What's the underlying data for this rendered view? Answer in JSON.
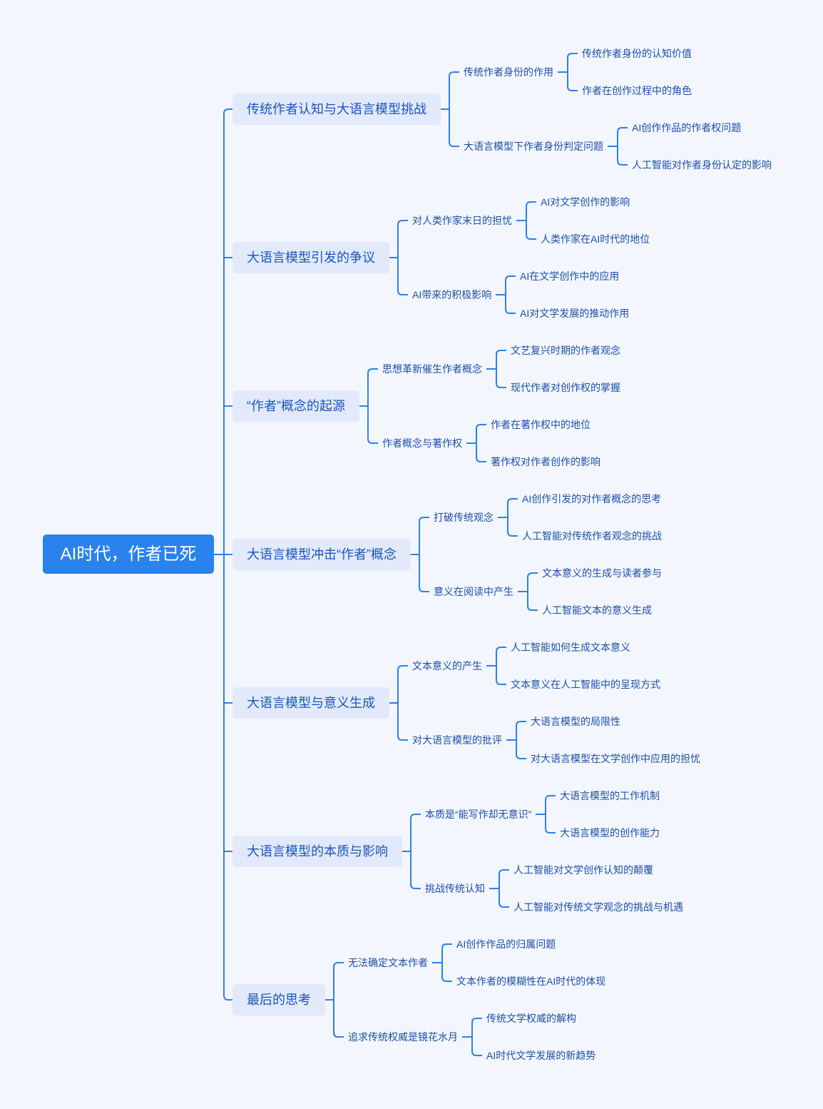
{
  "root": {
    "label": "AI时代，作者已死"
  },
  "branches": [
    {
      "label": "传统作者认知与大语言模型挑战",
      "children": [
        {
          "label": "传统作者身份的作用",
          "children": [
            "传统作者身份的认知价值",
            "作者在创作过程中的角色"
          ]
        },
        {
          "label": "大语言模型下作者身份判定问题",
          "children": [
            "AI创作作品的作者权问题",
            "人工智能对作者身份认定的影响"
          ]
        }
      ]
    },
    {
      "label": "大语言模型引发的争议",
      "children": [
        {
          "label": "对人类作家末日的担忧",
          "children": [
            "AI对文学创作的影响",
            "人类作家在AI时代的地位"
          ]
        },
        {
          "label": "AI带来的积极影响",
          "children": [
            "AI在文学创作中的应用",
            "AI对文学发展的推动作用"
          ]
        }
      ]
    },
    {
      "label": "“作者”概念的起源",
      "children": [
        {
          "label": "思想革新催生作者概念",
          "children": [
            "文艺复兴时期的作者观念",
            "现代作者对创作权的掌握"
          ]
        },
        {
          "label": "作者概念与著作权",
          "children": [
            "作者在著作权中的地位",
            "著作权对作者创作的影响"
          ]
        }
      ]
    },
    {
      "label": "大语言模型冲击“作者”概念",
      "children": [
        {
          "label": "打破传统观念",
          "children": [
            "AI创作引发的对作者概念的思考",
            "人工智能对传统作者观念的挑战"
          ]
        },
        {
          "label": "意义在阅读中产生",
          "children": [
            "文本意义的生成与读者参与",
            "人工智能文本的意义生成"
          ]
        }
      ]
    },
    {
      "label": "大语言模型与意义生成",
      "children": [
        {
          "label": "文本意义的产生",
          "children": [
            "人工智能如何生成文本意义",
            "文本意义在人工智能中的呈现方式"
          ]
        },
        {
          "label": "对大语言模型的批评",
          "children": [
            "大语言模型的局限性",
            "对大语言模型在文学创作中应用的担忧"
          ]
        }
      ]
    },
    {
      "label": "大语言模型的本质与影响",
      "children": [
        {
          "label": "本质是“能写作却无意识”",
          "children": [
            "大语言模型的工作机制",
            "大语言模型的创作能力"
          ]
        },
        {
          "label": "挑战传统认知",
          "children": [
            "人工智能对文学创作认知的颠覆",
            "人工智能对传统文学观念的挑战与机遇"
          ]
        }
      ]
    },
    {
      "label": "最后的思考",
      "children": [
        {
          "label": "无法确定文本作者",
          "children": [
            "AI创作作品的归属问题",
            "文本作者的模糊性在AI时代的体现"
          ]
        },
        {
          "label": "追求传统权威是镜花水月",
          "children": [
            "传统文学权威的解构",
            "AI时代文学发展的新趋势"
          ]
        }
      ]
    }
  ],
  "colors": {
    "background": "#f4f6fd",
    "root": "#2a82ec",
    "branch_fill": "#e1e9fb",
    "line": "#2a82ec",
    "text": "#1a4fa8"
  }
}
